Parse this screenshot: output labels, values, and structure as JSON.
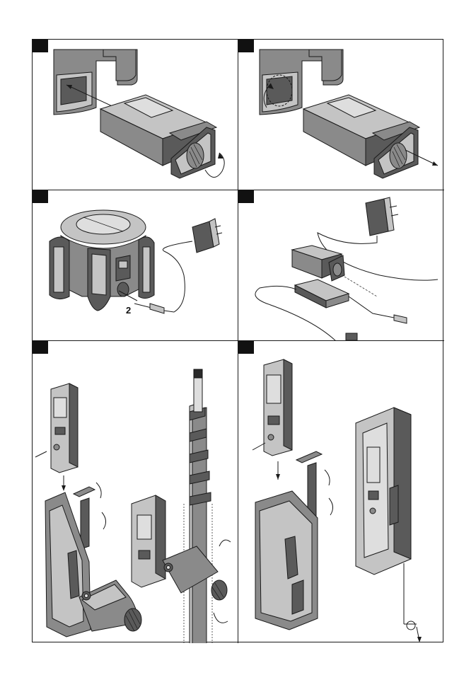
{
  "panels": [
    {
      "id": "battery-remove"
    },
    {
      "id": "battery-unlock"
    },
    {
      "id": "charge-in-tool",
      "callouts": [
        "2"
      ]
    },
    {
      "id": "charge-battery-separately"
    },
    {
      "id": "detector-holder-staff"
    },
    {
      "id": "detector-remote-holder"
    }
  ]
}
